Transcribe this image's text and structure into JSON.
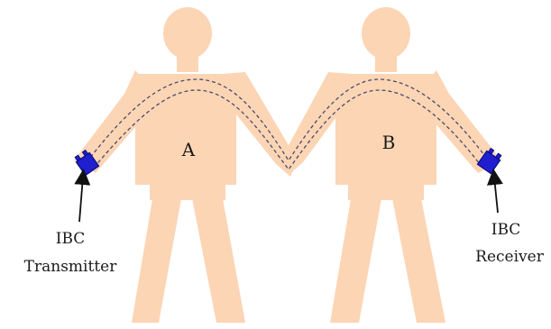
{
  "persons": [
    {
      "label": "A"
    },
    {
      "label": "B"
    }
  ],
  "transmitter": {
    "line1": "IBC",
    "line2": "Transmitter"
  },
  "receiver": {
    "line1": "IBC",
    "line2": "Receiver"
  },
  "colors": {
    "skin": "#fcd5b5",
    "device": "#1f1fd0",
    "device_outline": "#0a0a80",
    "signal_path": "#4a4a6a",
    "arrow": "#111111",
    "text": "#1a1a1a"
  }
}
